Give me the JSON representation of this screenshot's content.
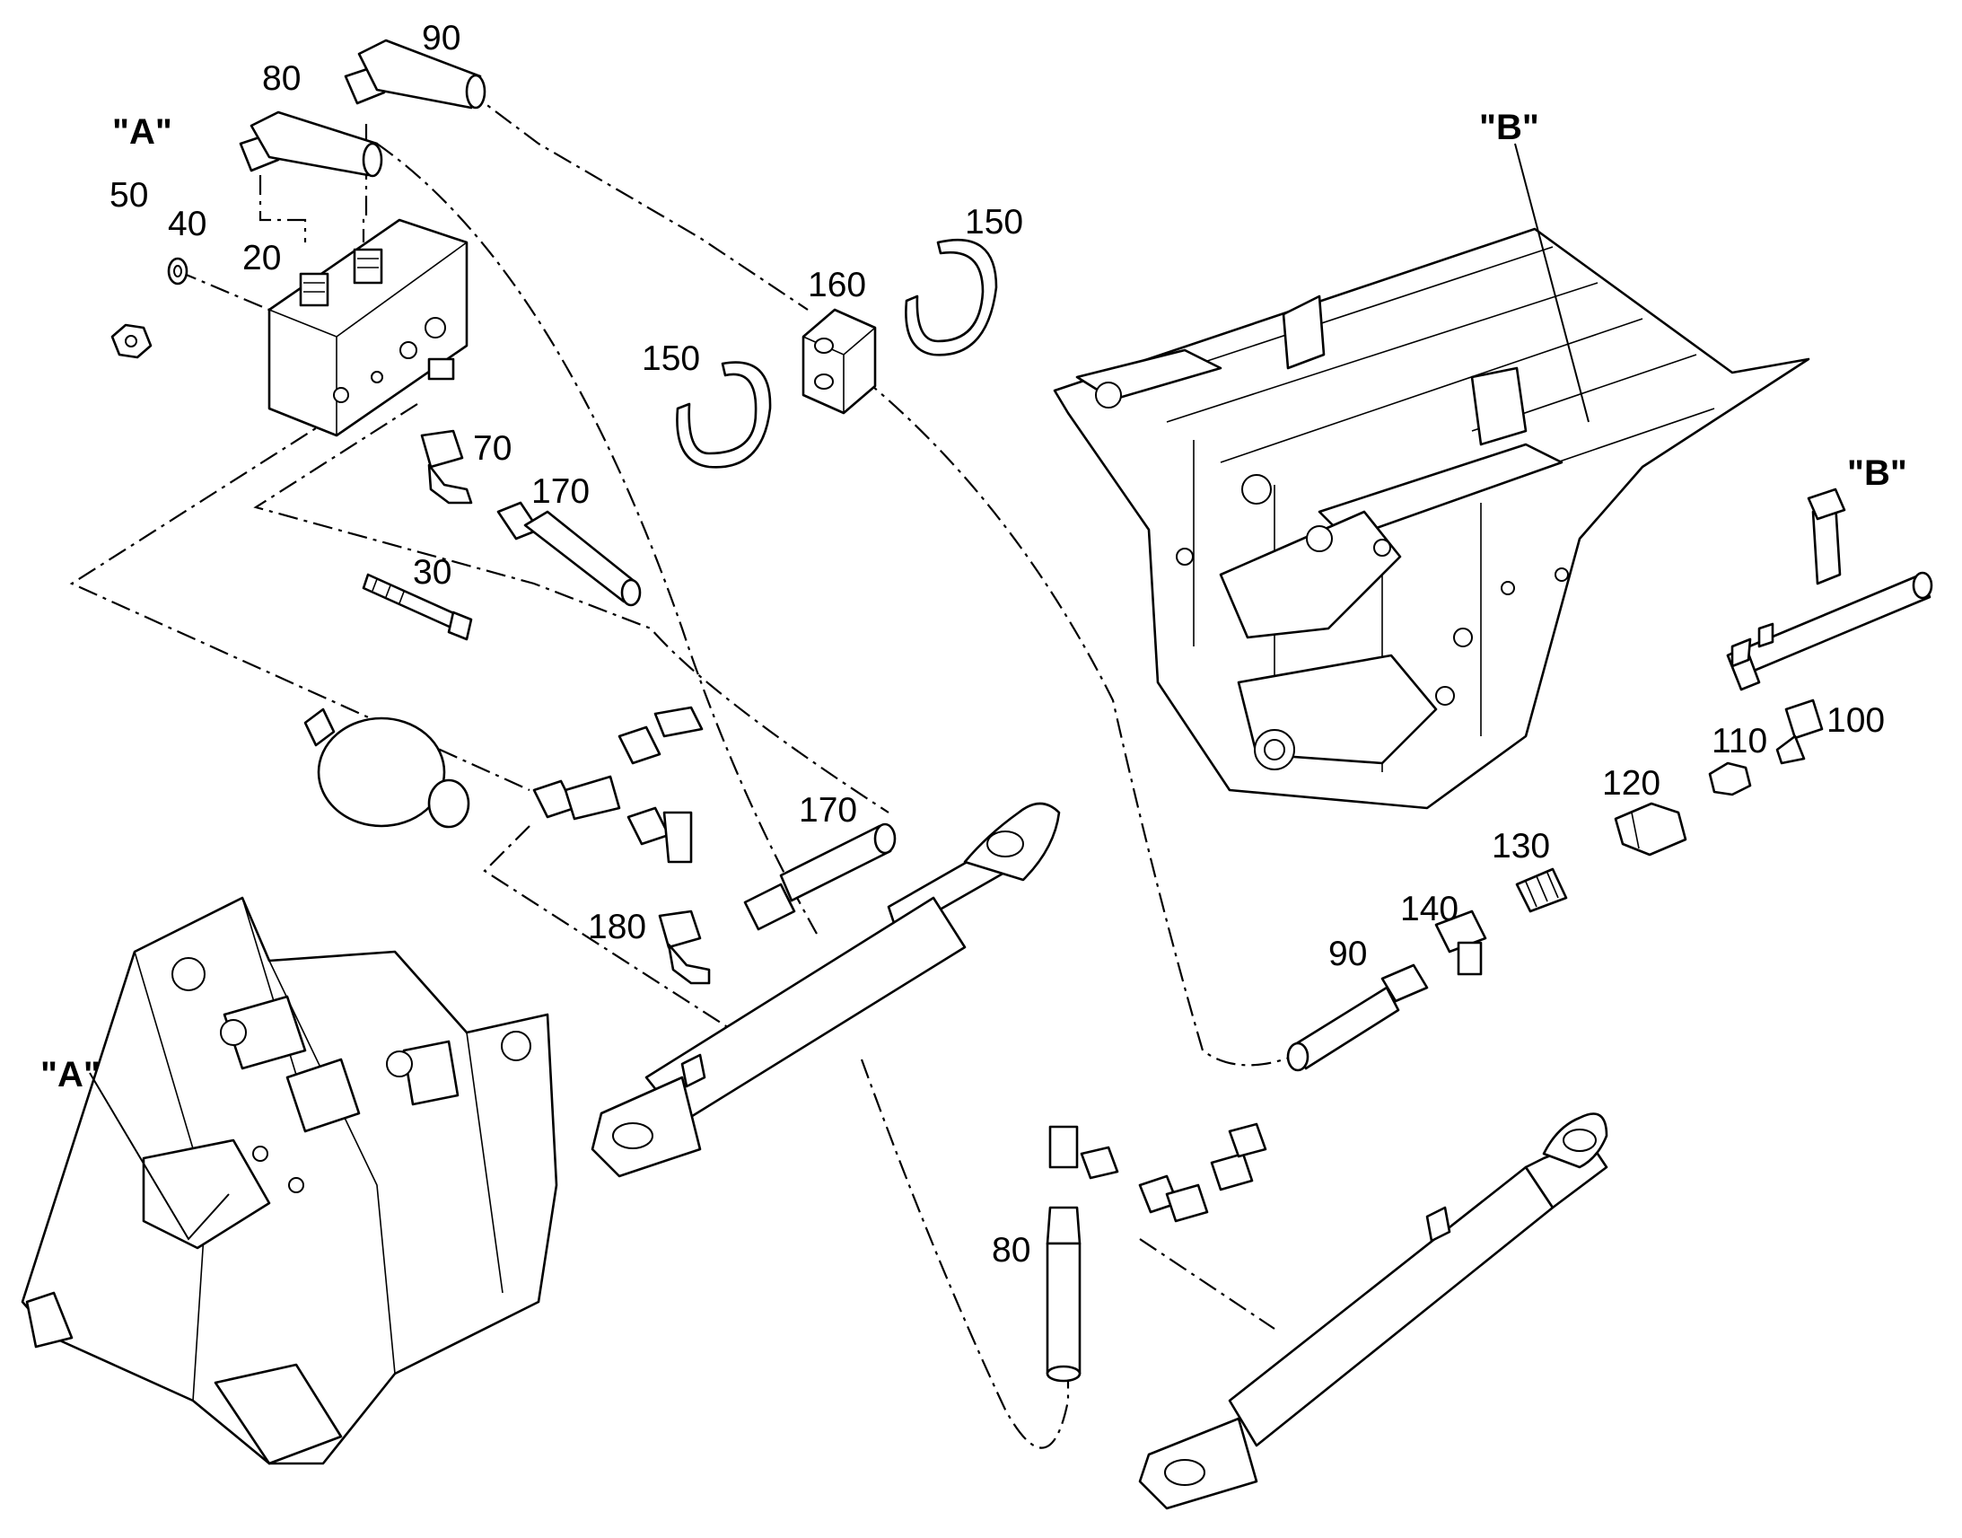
{
  "view_labels": {
    "a_top": "\"A\"",
    "a_frame": "\"A\"",
    "b_frame": "\"B\"",
    "b_manifold": "\"B\""
  },
  "callouts": {
    "p90_top": "90",
    "p80_top": "80",
    "p50": "50",
    "p40": "40",
    "p20": "20",
    "p70": "70",
    "p170_top": "170",
    "p30": "30",
    "p150_right": "150",
    "p160": "160",
    "p150_left": "150",
    "p170_mid": "170",
    "p180": "180",
    "p100": "100",
    "p110": "110",
    "p120": "120",
    "p130": "130",
    "p140": "140",
    "p90_bottom": "90",
    "p80_bottom": "80"
  },
  "colors": {
    "line": "#000000",
    "background": "#ffffff"
  }
}
